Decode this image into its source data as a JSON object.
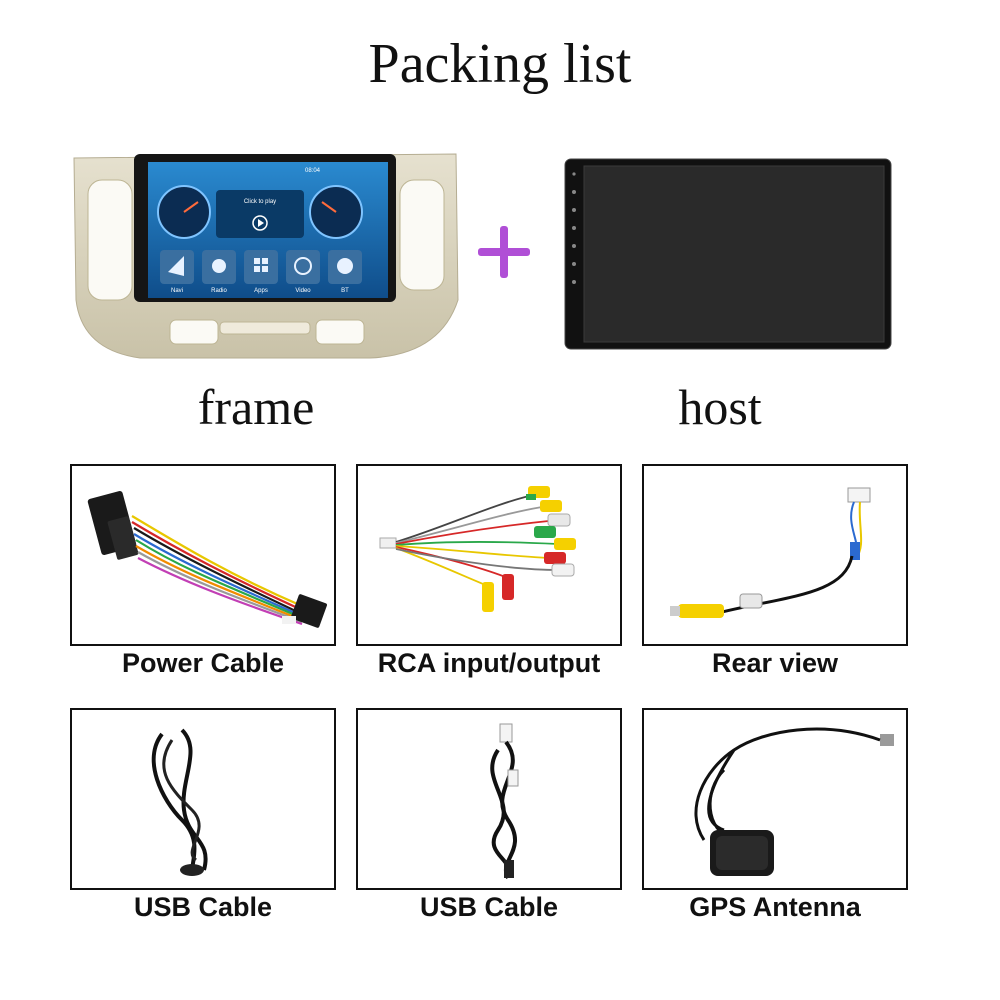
{
  "title": "Packing list",
  "frame_label": "frame",
  "host_label": "host",
  "screen": {
    "time": "08:04",
    "media_text": "Click to play",
    "apps": [
      "Navi",
      "Radio",
      "Apps",
      "Video",
      "BT"
    ]
  },
  "items": [
    {
      "label": "Power Cable"
    },
    {
      "label": "RCA input/output"
    },
    {
      "label": "Rear view"
    },
    {
      "label": "USB Cable"
    },
    {
      "label": "USB Cable"
    },
    {
      "label": "GPS Antenna"
    }
  ],
  "colors": {
    "plus": "#b04fd6",
    "frame": "#d8d2bd",
    "screen_bg": "#1d6fb0"
  }
}
